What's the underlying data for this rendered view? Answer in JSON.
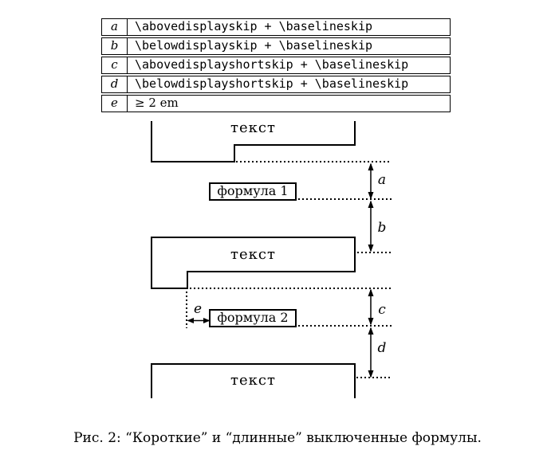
{
  "table": {
    "rows": [
      {
        "key": "a",
        "value": "\\abovedisplayskip + \\baselineskip"
      },
      {
        "key": "b",
        "value": "\\belowdisplayskip + \\baselineskip"
      },
      {
        "key": "c",
        "value": "\\abovedisplayshortskip + \\baselineskip"
      },
      {
        "key": "d",
        "value": "\\belowdisplayshortskip + \\baselineskip"
      },
      {
        "key": "e",
        "value": "≥ 2 em"
      }
    ]
  },
  "diagram": {
    "text_block_label": "текст",
    "formula1_label": "формула 1",
    "formula2_label": "формула 2",
    "dims": {
      "a": "a",
      "b": "b",
      "c": "c",
      "d": "d",
      "e": "e"
    }
  },
  "caption": "Рис. 2: “Короткие” и “длинные” выключенные формулы.",
  "colors": {
    "ink": "#000000",
    "background": "#ffffff"
  }
}
